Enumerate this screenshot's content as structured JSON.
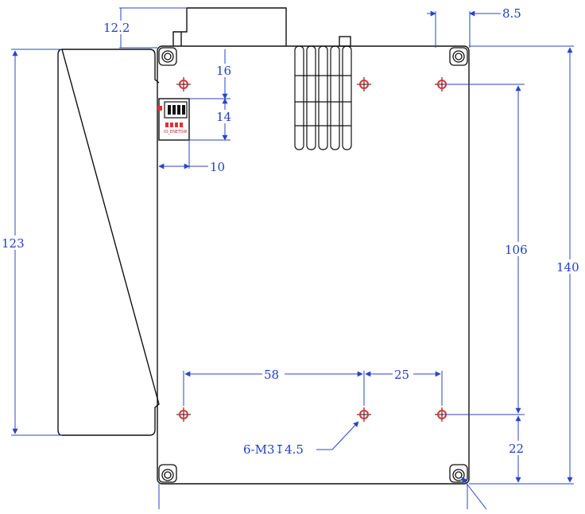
{
  "dimensions": {
    "top_offset": "12.2",
    "side_offset": "8.5",
    "switch_top": "16",
    "switch_height": "14",
    "switch_width": "10",
    "heatsink_height": "123",
    "hole_spacing_v": "106",
    "overall_height": "140",
    "hole_spacing_h1": "58",
    "hole_spacing_h2": "25",
    "bottom_offset": "22",
    "hole_callout": "6-M3↧4.5"
  },
  "switch_label": "IO_ENETSW",
  "colors": {
    "outline": "#111111",
    "dimension": "#2746c8",
    "switch_red": "#e03030"
  }
}
